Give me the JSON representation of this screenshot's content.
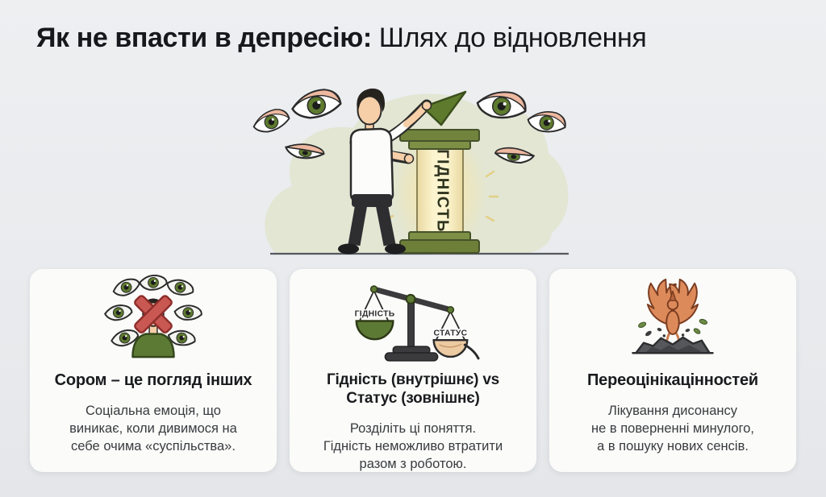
{
  "page_title": {
    "emphasis": "Як не впасти в депресію:",
    "subtitle": " Шлях до відновлення"
  },
  "hero_illustration": {
    "podium_label": "ГІДНІСТЬ"
  },
  "cards": [
    {
      "icon": "judging-eyes-crossed-face-icon",
      "heading_lines": [
        "Сором – це погляд інших"
      ],
      "body_lines": [
        "Соціальна емоція, що",
        "виникає, коли дивимося на",
        "себе очима «суспільства»."
      ]
    },
    {
      "icon": "balance-scale-icon",
      "scale_labels": {
        "left": "ГІДНІСТЬ",
        "right": "СТАТУС"
      },
      "heading_lines": [
        "Гідність (внутрішнє) vs",
        "Статус (зовнішнє)"
      ],
      "body_lines": [
        "Розділіть ці поняття.",
        "Гідність неможливо втратити",
        "разом з роботою."
      ]
    },
    {
      "icon": "phoenix-rebirth-icon",
      "heading_lines": [
        "Переоцінікацінностей"
      ],
      "body_lines": [
        "Лікування дисонансу",
        "не в поверненні минулого,",
        "а в пошуку нових сенсів."
      ]
    }
  ],
  "colors": {
    "background": "#e9ebee",
    "card_background": "#fbfbf9",
    "title_text": "#16181b",
    "body_text": "#383b3f",
    "olive_green": "#71833c",
    "flag_green": "#5e7b2d",
    "column_cream": "#f9f1ca",
    "glow_yellow": "#f8e7a4",
    "blob_sage": "#e2e6d3",
    "eyelid_pink": "#edb8a0",
    "iris_green": "#5d7a2e",
    "cross_red": "#c95853",
    "phoenix_orange": "#dd8a5b",
    "rock_gray": "#55575a"
  }
}
